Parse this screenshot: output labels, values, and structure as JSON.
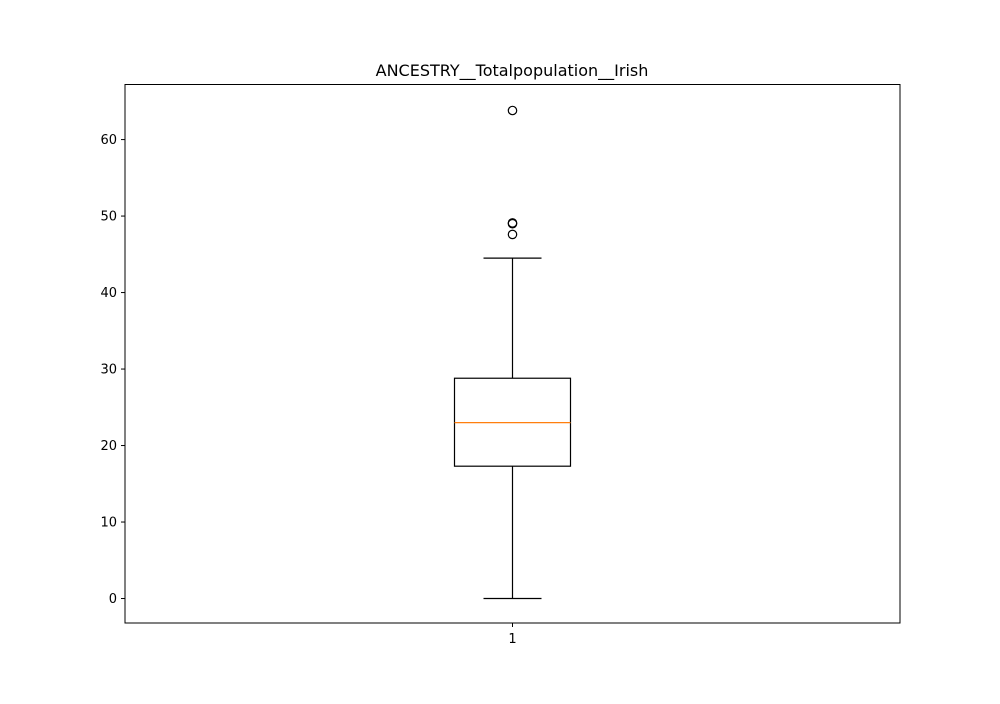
{
  "chart_data": {
    "type": "box",
    "title": "ANCESTRY__Totalpopulation__Irish",
    "xlabel": "",
    "ylabel": "",
    "categories": [
      "1"
    ],
    "ylim": [
      -3.2,
      67.2
    ],
    "yticks": [
      0,
      10,
      20,
      30,
      40,
      50,
      60
    ],
    "grid": false,
    "boxes": [
      {
        "category": "1",
        "whisker_low": 0.0,
        "q1": 17.3,
        "median": 23.0,
        "q3": 28.8,
        "whisker_high": 44.5,
        "outliers": [
          47.6,
          49.0,
          49.1,
          63.8
        ]
      }
    ],
    "colors": {
      "box": "#000000",
      "median": "#ff7f0e",
      "outlier": "#000000"
    }
  }
}
